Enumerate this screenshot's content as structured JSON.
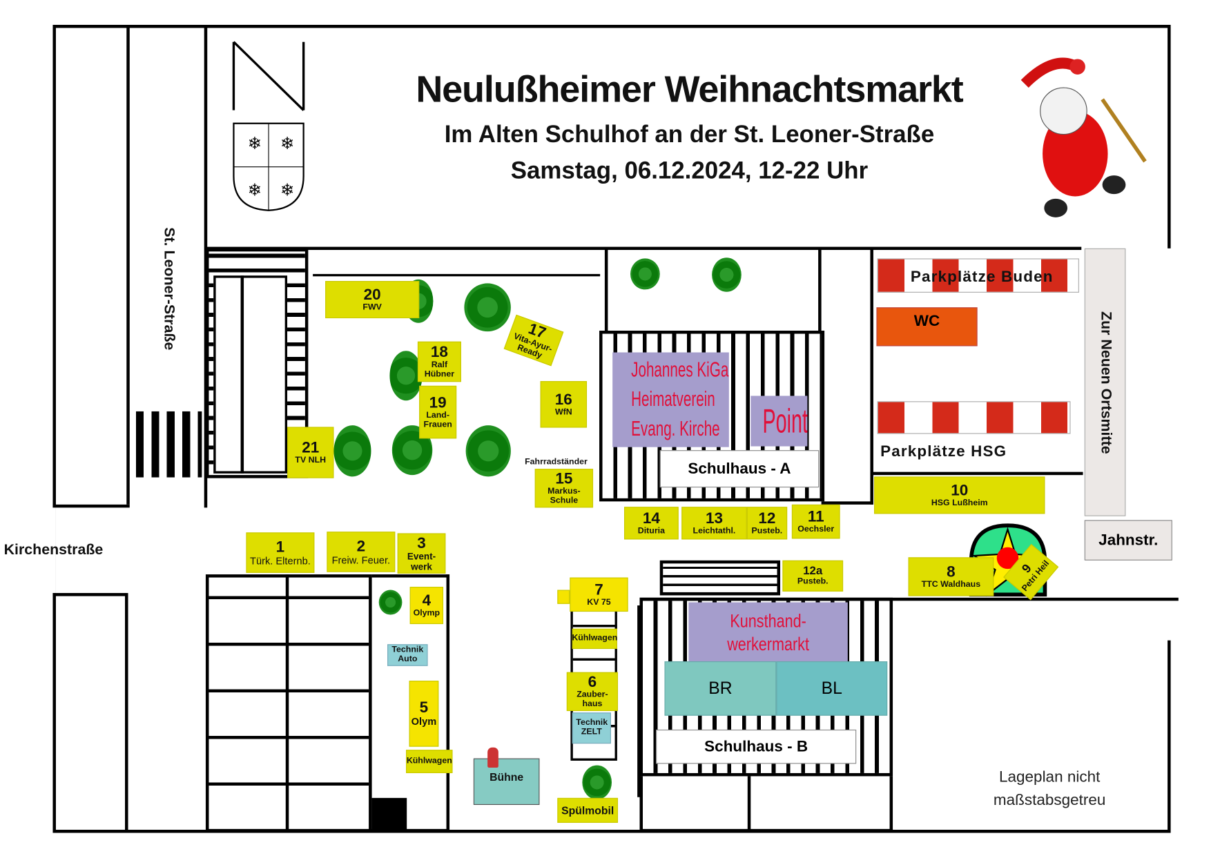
{
  "header": {
    "title": "Neulußheimer Weihnachtsmarkt",
    "subtitle": "Im Alten Schulhof an der St. Leoner-Straße",
    "date": "Samstag, 06.12.2024, 12-22 Uhr"
  },
  "streets": {
    "left": "St. Leoner-Straße",
    "cross": "Kirchenstraße",
    "right": "Zur Neuen Ortsmitte",
    "corner": "Jahnstr."
  },
  "buildings": {
    "a": "Schulhaus - A",
    "b": "Schulhaus - B",
    "kiga": [
      "Johannes KiGa",
      "Heimatverein",
      "Evang. Kirche"
    ],
    "point": "Point",
    "kunst": [
      "Kunsthand-",
      "werkermarkt"
    ],
    "br": "BR",
    "bl": "BL"
  },
  "parking": {
    "buden": "Parkplätze Buden",
    "hsg": "Parkplätze HSG",
    "wc": "WC"
  },
  "bike_label": "Fahrradständer",
  "stalls": {
    "s1": {
      "n": "1",
      "t": "Türk. Elternb."
    },
    "s2": {
      "n": "2",
      "t": "Freiw. Feuer."
    },
    "s3": {
      "n": "3",
      "t": "Event-werk"
    },
    "s4": {
      "n": "4",
      "t": "Olymp"
    },
    "s5": {
      "n": "5",
      "t": "Olym"
    },
    "s6": {
      "n": "6",
      "t": "Zauber-haus"
    },
    "s7": {
      "n": "7",
      "t": "KV 75"
    },
    "s8": {
      "n": "8",
      "t": "TTC Waldhaus"
    },
    "s9": {
      "n": "9",
      "t": "Petri Heil"
    },
    "s10": {
      "n": "10",
      "t": "HSG Lußheim"
    },
    "s11": {
      "n": "11",
      "t": "Oechsler"
    },
    "s12": {
      "n": "12",
      "t": "Pusteb."
    },
    "s12a": {
      "n": "12a",
      "t": "Pusteb."
    },
    "s13": {
      "n": "13",
      "t": "Leichtathl."
    },
    "s14": {
      "n": "14",
      "t": "Dituria"
    },
    "s15": {
      "n": "15",
      "t": "Markus-Schule"
    },
    "s16": {
      "n": "16",
      "t": "WfN"
    },
    "s17": {
      "n": "17",
      "t": "Vita-Ayur-Ready"
    },
    "s18": {
      "n": "18",
      "t": "Ralf Hübner"
    },
    "s19": {
      "n": "19",
      "t": "Land-Frauen"
    },
    "s20": {
      "n": "20",
      "t": "FWV"
    },
    "s21": {
      "n": "21",
      "t": "TV NLH"
    }
  },
  "misc": {
    "kuehl1": "Kühlwagen",
    "kuehl2": "Kühlwagen",
    "tech_auto": "Technik Auto",
    "tech_zelt": "Technik ZELT",
    "buehne": "Bühne",
    "spuel": "Spülmobil"
  },
  "note": "Lageplan nicht maßstabsgetreu",
  "colors": {
    "stall": "#dede00",
    "purple": "#a59dcc",
    "red_text": "#e0103a",
    "teal": "#7fc8bf",
    "wc": "#e8560d"
  }
}
